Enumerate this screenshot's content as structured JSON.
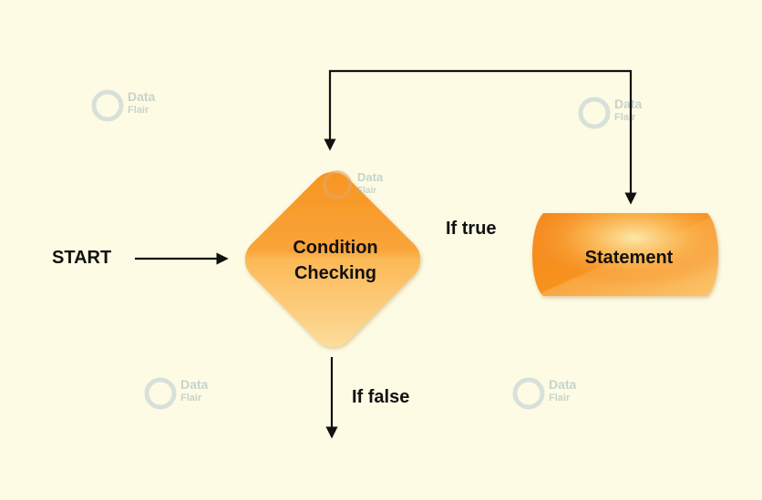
{
  "diagram": {
    "start_label": "START",
    "decision_label_line1": "Condition",
    "decision_label_line2": "Checking",
    "statement_label": "Statement",
    "true_label": "If true",
    "false_label": "If false"
  },
  "watermark": {
    "line1": "Data",
    "line2": "Flair"
  },
  "colors": {
    "background": "#fdfbe4",
    "shape_orange": "#f5871e",
    "shape_light": "#fbc46c",
    "arrow": "#111111"
  }
}
